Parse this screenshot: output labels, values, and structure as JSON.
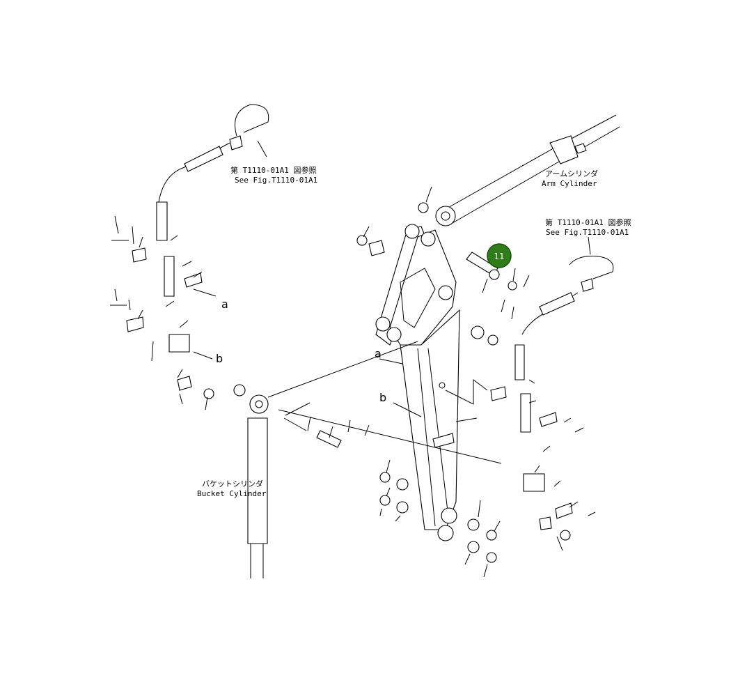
{
  "labels": {
    "arm_jp": "アームシリンダ",
    "arm_en": "Arm Cylinder",
    "bucket_jp": "バケットシリンダ",
    "bucket_en": "Bucket Cylinder",
    "ref1_jp": "第 T1110-01A1 図参照",
    "ref1_en": "See Fig.T1110-01A1",
    "ref2_jp": "第 T1110-01A1 図参照",
    "ref2_en": "See Fig.T1110-01A1",
    "a_left": "a",
    "b_left": "b",
    "a_center": "a",
    "b_center": "b"
  },
  "callout": {
    "number": "11",
    "color": "#2e7d18"
  }
}
